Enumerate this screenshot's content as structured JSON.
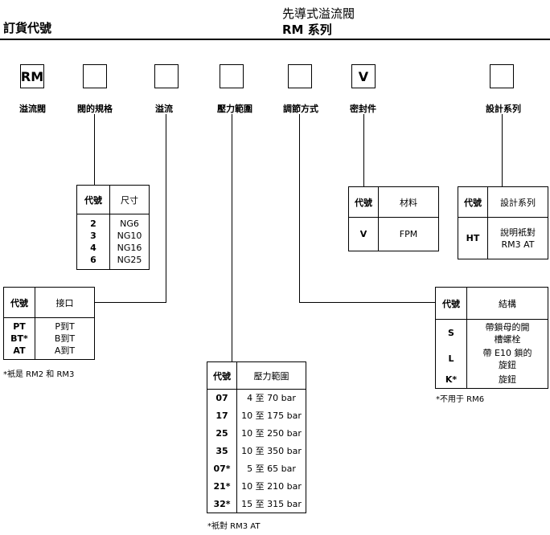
{
  "header": {
    "left_title": "訂貨代號",
    "right_title": "先導式溢流閥",
    "right_series": "RM 系列"
  },
  "code_boxes": [
    {
      "value": "RM",
      "label": "溢流閥"
    },
    {
      "value": "",
      "label": "閥的規格"
    },
    {
      "value": "",
      "label": "溢流"
    },
    {
      "value": "",
      "label": "壓力範圍"
    },
    {
      "value": "",
      "label": "調節方式"
    },
    {
      "value": "V",
      "label": "密封件"
    },
    {
      "value": "",
      "label": "設計系列"
    }
  ],
  "size_table": {
    "col1": "代號",
    "col2": "尺寸",
    "rows": [
      {
        "code": "2",
        "value": "NG6"
      },
      {
        "code": "3",
        "value": "NG10"
      },
      {
        "code": "4",
        "value": "NG16"
      },
      {
        "code": "6",
        "value": "NG25"
      }
    ]
  },
  "port_table": {
    "col1": "代號",
    "col2": "接口",
    "rows": [
      {
        "code": "PT",
        "value": "P到T"
      },
      {
        "code": "BT*",
        "value": "B到T"
      },
      {
        "code": "AT",
        "value": "A到T"
      }
    ],
    "note": "*衹是 RM2 和 RM3"
  },
  "pressure_table": {
    "col1": "代號",
    "col2": "壓力範圍",
    "rows": [
      {
        "code": "07",
        "value": "4 至 70 bar"
      },
      {
        "code": "17",
        "value": "10 至 175 bar"
      },
      {
        "code": "25",
        "value": "10 至 250 bar"
      },
      {
        "code": "35",
        "value": "10 至 350 bar"
      },
      {
        "code": "07*",
        "value": "5 至 65 bar"
      },
      {
        "code": "21*",
        "value": "10 至 210 bar"
      },
      {
        "code": "32*",
        "value": "15 至 315 bar"
      }
    ],
    "note": "*衹對 RM3 AT"
  },
  "seal_table": {
    "col1": "代號",
    "col2": "材料",
    "rows": [
      {
        "code": "V",
        "value": "FPM"
      }
    ]
  },
  "design_table": {
    "col1": "代號",
    "col2": "設計系列",
    "rows": [
      {
        "code": "HT",
        "value": "說明衹對 RM3 AT"
      }
    ]
  },
  "adjust_table": {
    "col1": "代號",
    "col2": "結構",
    "rows": [
      {
        "code": "S",
        "value": "帶鎖母的開槽螺栓"
      },
      {
        "code": "L",
        "value": "帶 E10 鎖的旋鈕"
      },
      {
        "code": "K*",
        "value": "旋鈕"
      }
    ],
    "note": "*不用于 RM6"
  }
}
